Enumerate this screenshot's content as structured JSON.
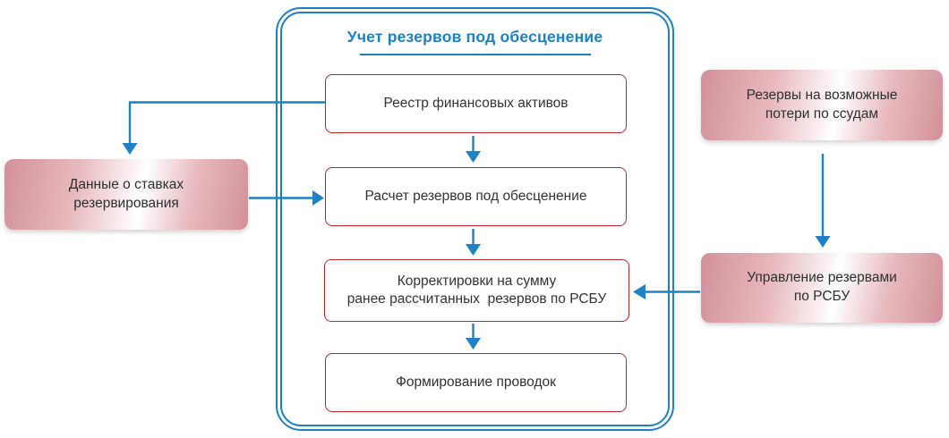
{
  "colors": {
    "blue": "#1d82c5",
    "red": "#c1272d",
    "text": "#333333",
    "pink_edge": "#d2909a",
    "pink_soft": "#e7babe",
    "pink_mid": "#ffffff"
  },
  "panel": {
    "title": "Учет резервов под обесценение",
    "steps": [
      {
        "lines": [
          "Реестр финансовых активов"
        ]
      },
      {
        "lines": [
          "Расчет резервов под обесценение"
        ]
      },
      {
        "lines": [
          "Корректировки на сумму",
          "ранее рассчитанных  резервов по РСБУ"
        ]
      },
      {
        "lines": [
          "Формирование проводок"
        ]
      }
    ]
  },
  "external": {
    "left": {
      "lines": [
        "Данные о ставках",
        "резервирования"
      ]
    },
    "right_top": {
      "lines": [
        "Резервы на возможные",
        "потери по ссудам"
      ]
    },
    "right_bottom": {
      "lines": [
        "Управление резервами",
        "по РСБУ"
      ]
    }
  }
}
